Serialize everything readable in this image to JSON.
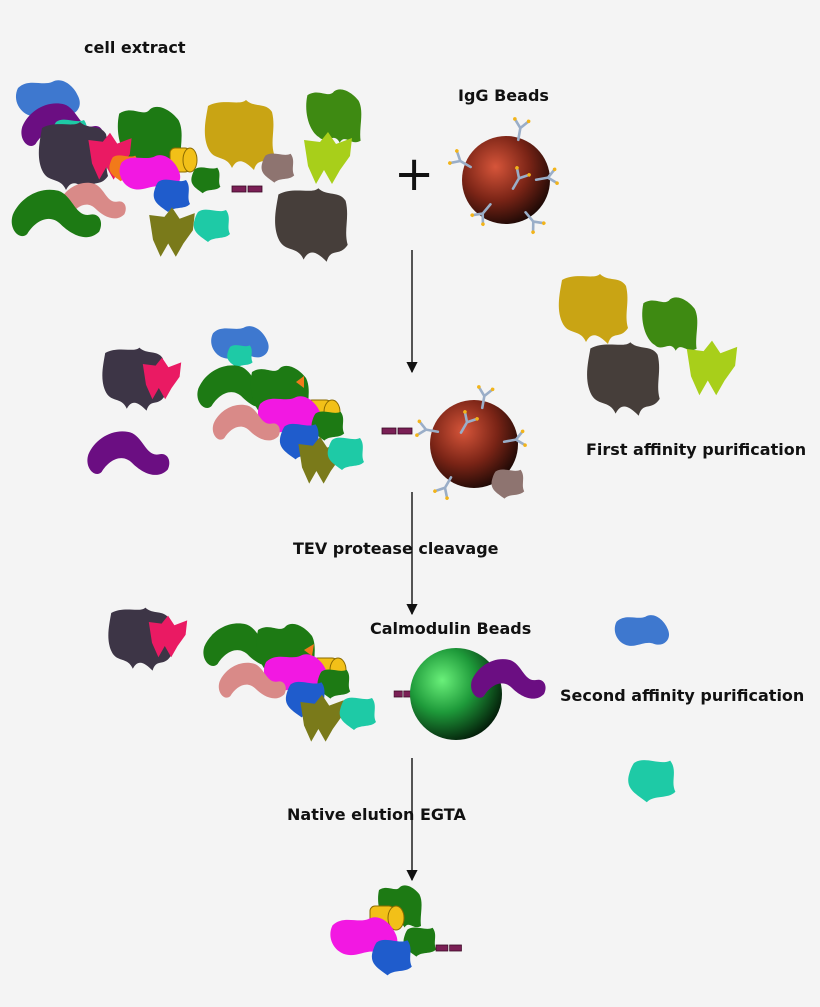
{
  "labels": {
    "cell_extract": "cell extract",
    "igg_beads": "IgG Beads",
    "first_affinity": "First affinity purification",
    "tev_cleavage": "TEV protease cleavage",
    "calmodulin_beads": "Calmodulin Beads",
    "second_affinity": "Second affinity purification",
    "native_elution": "Native elution EGTA"
  },
  "symbols": {
    "plus": "+"
  },
  "colors": {
    "dark_green": "#1d7a14",
    "olive_green": "#3e8a12",
    "lime": "#a8cf1a",
    "mustard": "#c9a414",
    "taupe": "#8e7470",
    "dark_brown": "#463e3a",
    "charcoal": "#3d3546",
    "crimson": "#ea1a63",
    "purple": "#6b0e82",
    "royal_blue": "#1f5ccc",
    "sky_blue": "#3e78cf",
    "teal": "#1ecaa6",
    "magenta": "#f218e2",
    "gold": "#f2c018",
    "orange": "#f27a1a",
    "salmon": "#d98a88",
    "olive": "#7a7a1a",
    "tag": "#7a1f55",
    "igg_bead": "#6e2418",
    "calmodulin_bead": "#1e9a3a",
    "antibody": "#9aaec8",
    "antibody_tip": "#f2b41a"
  }
}
